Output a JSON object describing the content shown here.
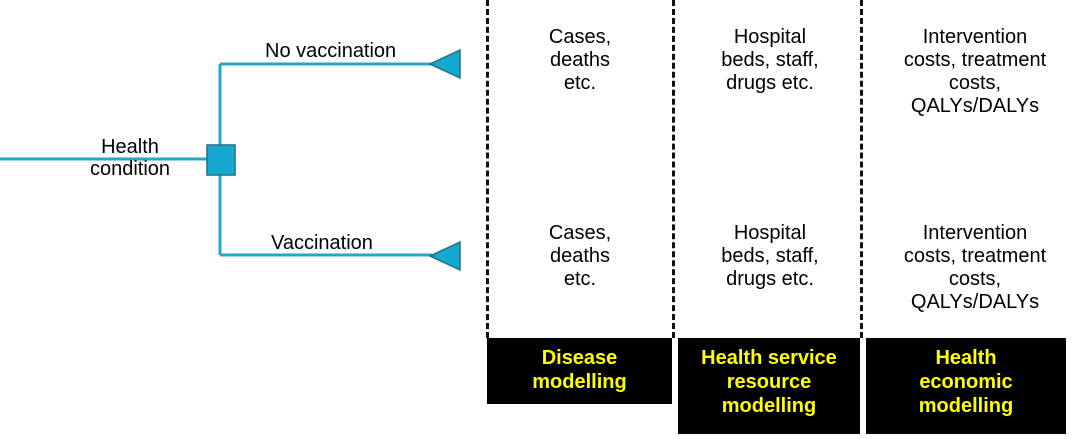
{
  "tree": {
    "root_label": "Health\ncondition",
    "branches": [
      {
        "label": "No vaccination"
      },
      {
        "label": "Vaccination"
      }
    ],
    "line_color": "#2aa3c6",
    "node_color": "#16a8d0"
  },
  "outcomes": {
    "rows": [
      {
        "disease": "Cases,\ndeaths\netc.",
        "resource": "Hospital\nbeds, staff,\ndrugs etc.",
        "economic": "Intervention\ncosts, treatment\ncosts,\nQALYs/DALYs"
      },
      {
        "disease": "Cases,\ndeaths\netc.",
        "resource": "Hospital\nbeds, staff,\ndrugs etc.",
        "economic": "Intervention\ncosts, treatment\ncosts,\nQALYs/DALYs"
      }
    ]
  },
  "models": {
    "disease": "Disease\nmodelling",
    "resource": "Health service\nresource\nmodelling",
    "economic": "Health\neconomic\nmodelling",
    "text_color": "#ffff00",
    "box_color": "#000000"
  }
}
